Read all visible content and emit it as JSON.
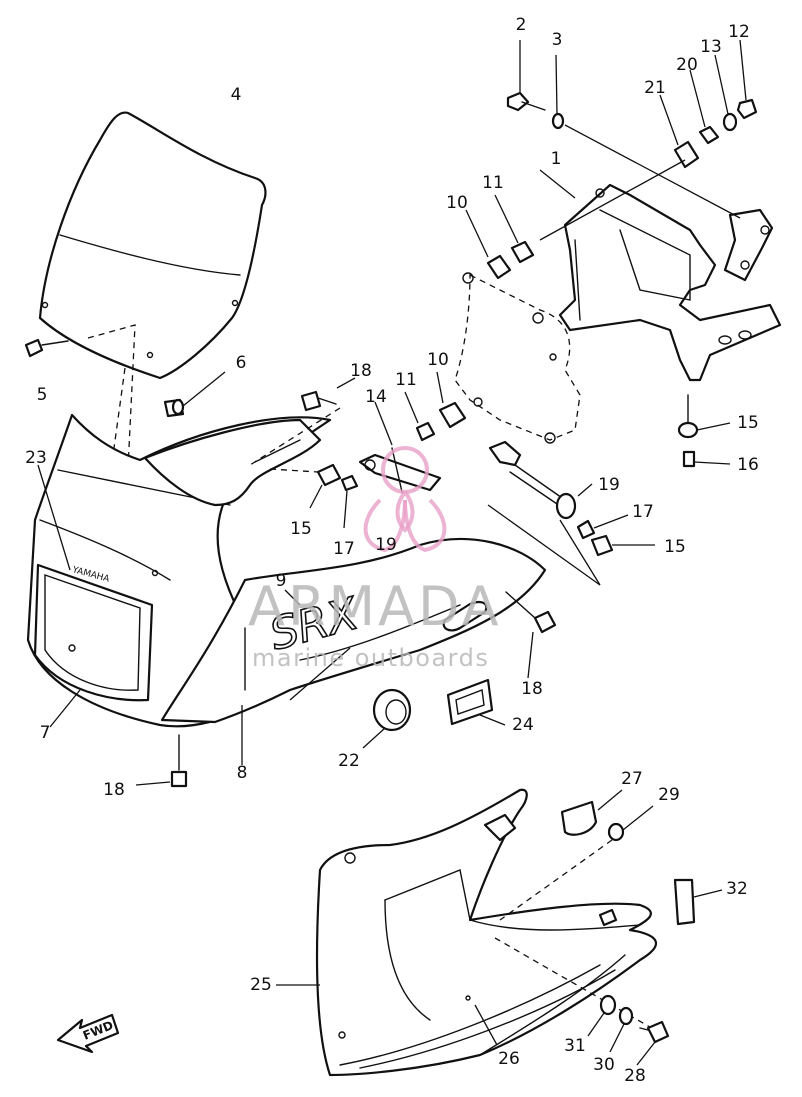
{
  "watermark": {
    "title": "ARMADA",
    "subtitle": "marine outboards"
  },
  "fwd_arrow": "FWD",
  "brand_decal": "YAMAHA",
  "model_decal": "SRX",
  "callouts": [
    "1",
    "2",
    "3",
    "4",
    "5",
    "6",
    "7",
    "8",
    "9",
    "10",
    "10",
    "11",
    "11",
    "12",
    "13",
    "14",
    "15",
    "15",
    "15",
    "16",
    "17",
    "17",
    "18",
    "18",
    "18",
    "19",
    "19",
    "20",
    "21",
    "22",
    "23",
    "24",
    "25",
    "26",
    "27",
    "28",
    "29",
    "30",
    "31",
    "32"
  ]
}
